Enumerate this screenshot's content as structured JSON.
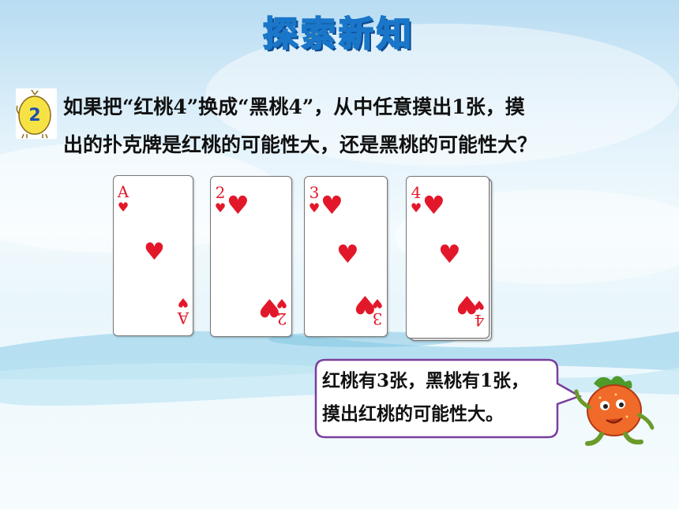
{
  "header": {
    "title": "探索新知"
  },
  "badge": {
    "number": "2"
  },
  "question": {
    "line1": "如果把“红桃4”换成“黑桃4”，从中任意摸出1张，摸",
    "line2": "出的扑克牌是红桃的可能性大，还是黑桃的可能性大？"
  },
  "cards": [
    {
      "rank": "A",
      "suit": "♥"
    },
    {
      "rank": "2",
      "suit": "♥"
    },
    {
      "rank": "3",
      "suit": "♥"
    },
    {
      "rank": "4",
      "suit": "♥"
    }
  ],
  "speech": {
    "line1": "红桃有3张，黑桃有1张，",
    "line2": "摸出红桃的可能性大。"
  },
  "colors": {
    "suit_red": "#e2182a",
    "bubble_border": "#7a3e9d",
    "title_yellow": "#ffe14a",
    "title_blue": "#1a76c8"
  }
}
